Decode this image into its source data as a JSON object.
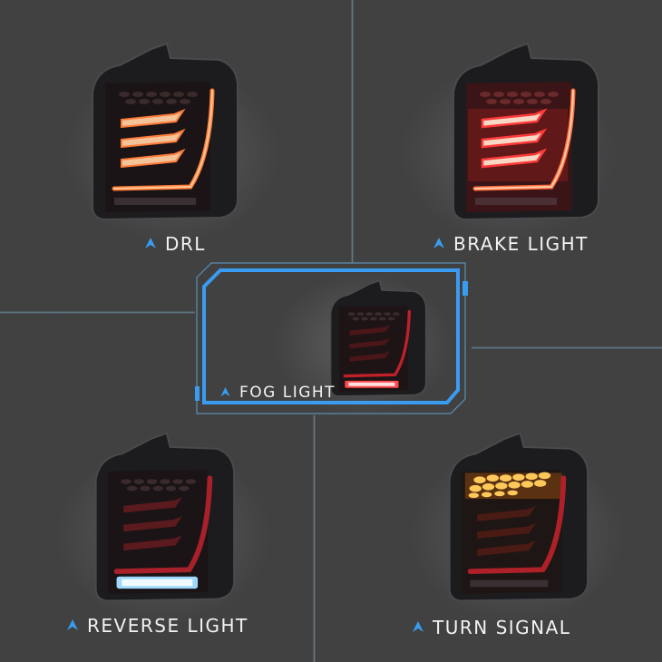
{
  "colors": {
    "background": "#414141",
    "accent_blue": "#3a9cf0",
    "divider": "#6e8ea3",
    "label_text": "#f2f2f2"
  },
  "panels": [
    {
      "id": "drl",
      "label": "DRL",
      "icon": "chevron-up-icon",
      "state": "drl-on"
    },
    {
      "id": "brake",
      "label": "BRAKE LIGHT",
      "icon": "chevron-up-icon",
      "state": "brake-on"
    },
    {
      "id": "fog",
      "label": "FOG LIGHT",
      "icon": "chevron-up-icon",
      "state": "fog-on",
      "highlighted": true
    },
    {
      "id": "reverse",
      "label": "REVERSE LIGHT",
      "icon": "chevron-up-icon",
      "state": "reverse-on"
    },
    {
      "id": "turn",
      "label": "TURN SIGNAL",
      "icon": "chevron-up-icon",
      "state": "turn-on"
    }
  ]
}
